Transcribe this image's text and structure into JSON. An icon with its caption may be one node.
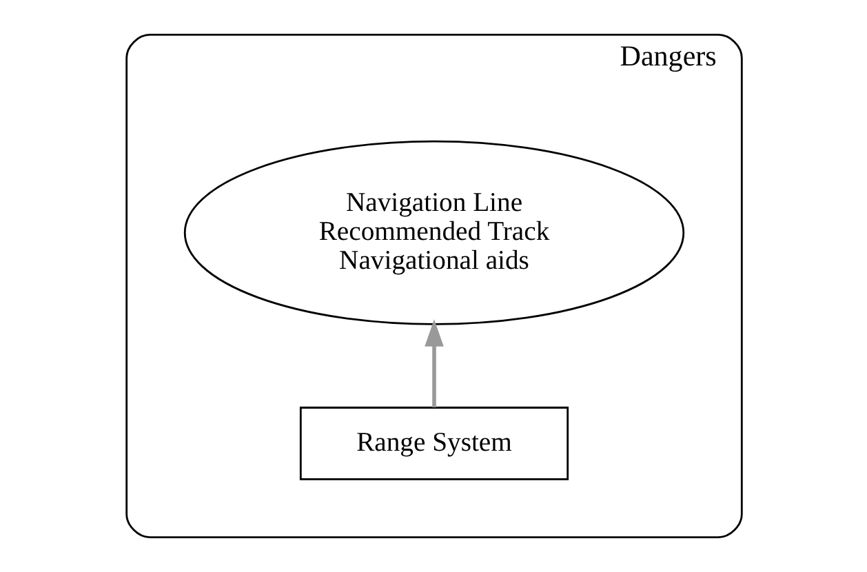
{
  "diagram": {
    "nodes": [
      {
        "text": [
          "Dangers"
        ]
      },
      {
        "text": [
          "Navigation Line",
          "Recommended Track",
          "Navigational aids"
        ],
        "in": 0
      },
      {
        "text": [
          "Range System"
        ],
        "in": 0
      }
    ],
    "edges": [
      {
        "from": 2,
        "to": 1,
        "arrow": "to"
      }
    ]
  }
}
